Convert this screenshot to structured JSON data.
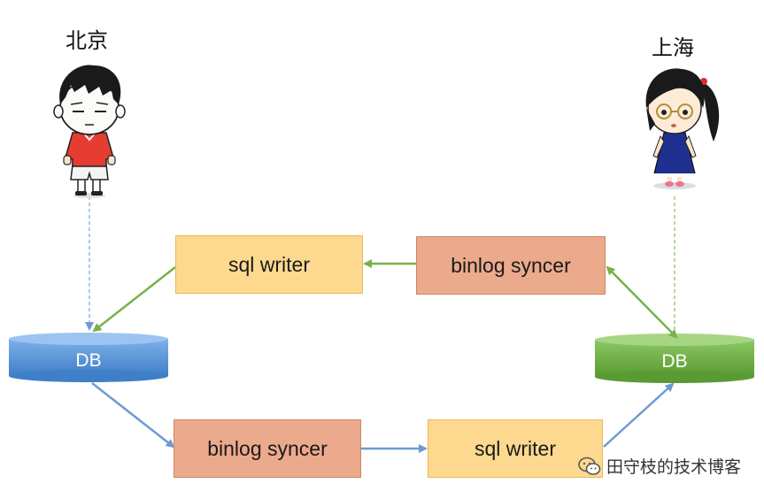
{
  "beijing": {
    "label": "北京"
  },
  "shanghai": {
    "label": "上海"
  },
  "left_db": {
    "label": "DB",
    "color": "#5b95d8"
  },
  "right_db": {
    "label": "DB",
    "color": "#6eae44"
  },
  "top_writer": {
    "label": "sql writer"
  },
  "top_syncer": {
    "label": "binlog syncer"
  },
  "bottom_syncer": {
    "label": "binlog syncer"
  },
  "bottom_writer": {
    "label": "sql writer"
  },
  "watermark": {
    "label": "田守枝的技术博客",
    "icon": "wechat-icon"
  },
  "colors": {
    "green_arrow": "#78b14a",
    "blue_arrow": "#6d9bd1",
    "writer_fill": "#fcd98e",
    "syncer_fill": "#ecaa8c"
  }
}
